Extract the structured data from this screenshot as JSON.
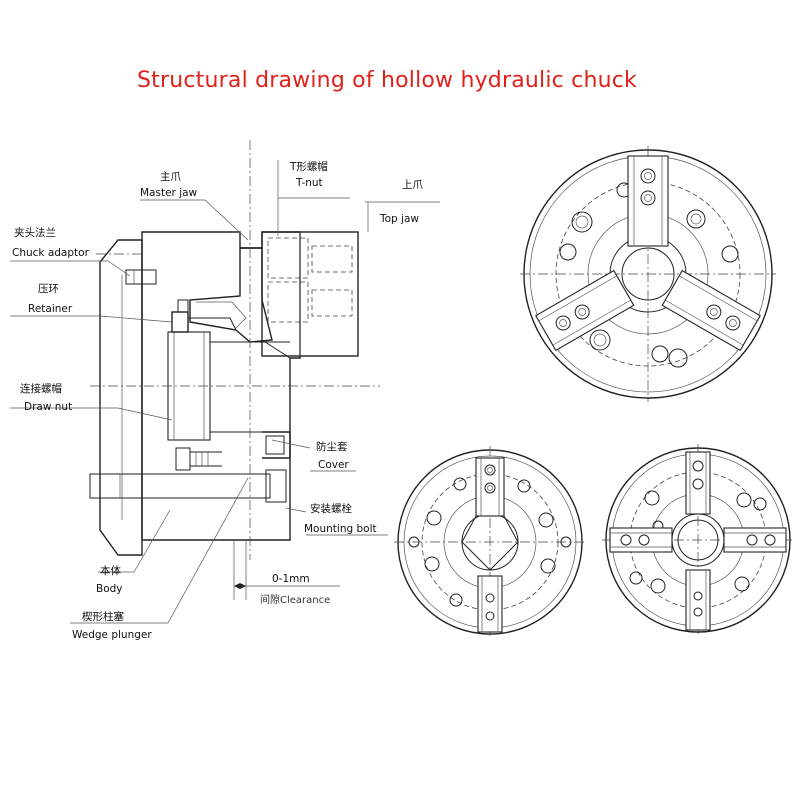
{
  "title": "Structural drawing of hollow hydraulic chuck",
  "colors": {
    "title": "#e0221a",
    "lines": "#222222"
  },
  "labels": {
    "master_jaw_cn": "主爪",
    "master_jaw_en": "Master jaw",
    "tnut_cn": "T形螺帽",
    "tnut_en": "T-nut",
    "top_jaw_cn": "上爪",
    "top_jaw_en": "Top jaw",
    "chuck_adaptor_cn": "夹头法兰",
    "chuck_adaptor_en": "Chuck adaptor",
    "retainer_cn": "压环",
    "retainer_en": "Retainer",
    "draw_nut_cn": "连接螺帽",
    "draw_nut_en": "Draw nut",
    "cover_cn": "防尘套",
    "cover_en": "Cover",
    "mounting_bolt_cn": "安装螺栓",
    "mounting_bolt_en": "Mounting bolt",
    "body_cn": "本体",
    "body_en": "Body",
    "wedge_plunger_cn": "楔形柱塞",
    "wedge_plunger_en": "Wedge plunger",
    "clearance_value": "0-1mm",
    "clearance_label": "间隙Clearance"
  }
}
